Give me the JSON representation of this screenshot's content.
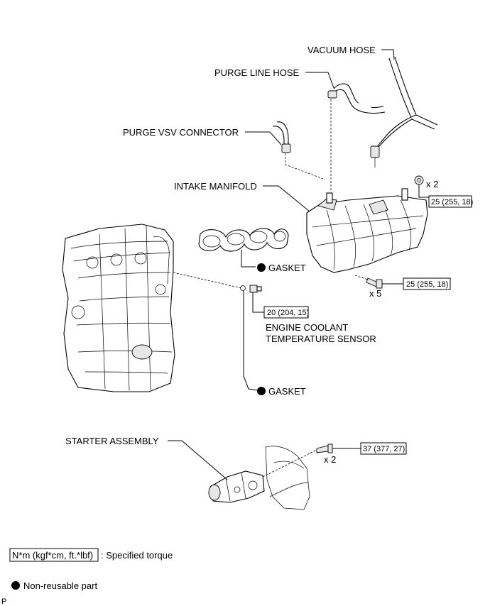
{
  "labels": {
    "vacuum_hose": "VACUUM HOSE",
    "purge_line_hose": "PURGE LINE HOSE",
    "purge_vsv_connector": "PURGE VSV CONNECTOR",
    "intake_manifold": "INTAKE MANIFOLD",
    "gasket_manifold": "GASKET",
    "engine_coolant_line1": "ENGINE COOLANT",
    "engine_coolant_line2": "TEMPERATURE SENSOR",
    "gasket_sensor": "GASKET",
    "starter_assembly": "STARTER ASSEMBLY"
  },
  "torques": {
    "nut_manifold": "25 (255, 18)",
    "bolt_manifold": "25 (255, 18)",
    "coolant_sensor": "20 (204, 15)",
    "starter_bolt": "37 (377, 27)"
  },
  "quantities": {
    "nut_manifold": "x 2",
    "bolt_manifold": "x 5",
    "starter_bolt": "x 2"
  },
  "legend": {
    "torque_unit": "N*m (kgf*cm, ft.*lbf)",
    "torque_desc": ": Specified torque",
    "non_reusable": "Non-reusable part"
  },
  "footer_code": "P",
  "colors": {
    "line": "#000000",
    "background": "#ffffff",
    "part_fill": "#e6e6e6"
  }
}
